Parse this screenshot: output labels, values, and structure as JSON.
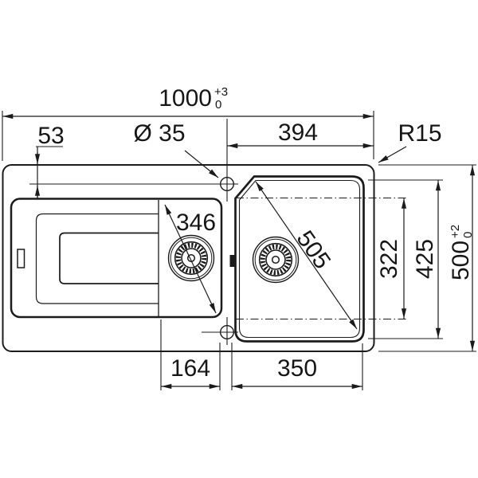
{
  "drawing": {
    "dim_overall_width": "1000",
    "dim_overall_width_tol_plus": "+3",
    "dim_overall_width_tol_minus": "0",
    "dim_overall_depth": "500",
    "dim_overall_depth_tol_plus": "+2",
    "dim_overall_depth_tol_minus": "0",
    "dim_taphole_offset": "53",
    "dim_taphole_diameter": "Ø 35",
    "dim_taphole_to_right_edge": "394",
    "dim_corner_radius": "R15",
    "dim_small_bowl_diagonal": "346",
    "dim_main_bowl_diagonal": "505",
    "dim_bowl_base_depth": "322",
    "dim_bowl_opening_depth": "425",
    "dim_small_bowl_width": "164",
    "dim_main_bowl_width": "350"
  }
}
